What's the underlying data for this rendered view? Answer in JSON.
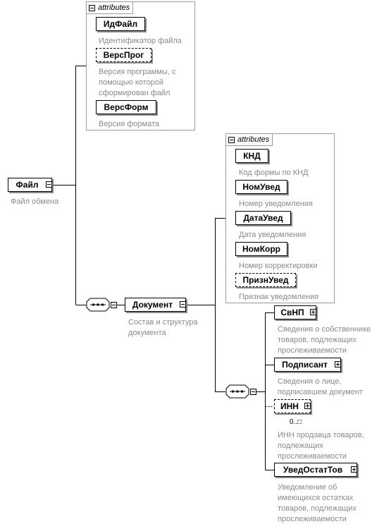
{
  "root": {
    "name": "Файл",
    "desc": "Файл обмена"
  },
  "root_attrs": {
    "header": "attributes",
    "items": [
      {
        "name": "ИдФайл",
        "desc": "Идентификатор файла",
        "optional": false
      },
      {
        "name": "ВерсПрог",
        "desc": "Версия программы, с помощью которой сформирован файл",
        "optional": true
      },
      {
        "name": "ВерсФорм",
        "desc": "Версия формата",
        "optional": false
      }
    ]
  },
  "document": {
    "name": "Документ",
    "desc": "Состав и структура документа"
  },
  "doc_attrs": {
    "header": "attributes",
    "items": [
      {
        "name": "КНД",
        "desc": "Код формы по КНД",
        "optional": false
      },
      {
        "name": "НомУвед",
        "desc": "Номер уведомления",
        "optional": false
      },
      {
        "name": "ДатаУвед",
        "desc": "Дата уведомления",
        "optional": false
      },
      {
        "name": "НомКорр",
        "desc": "Номер корректировки",
        "optional": false
      },
      {
        "name": "ПризнУвед",
        "desc": "Признак уведомления",
        "optional": true
      }
    ]
  },
  "children": [
    {
      "name": "СвНП",
      "desc": "Сведения о собственнике товаров, подлежащих прослеживаемости",
      "optional": false
    },
    {
      "name": "Подписант",
      "desc": "Сведения о лице, подписавшем документ",
      "optional": false
    },
    {
      "name": "ИНН",
      "desc": "ИНН продавца товаров, подлежащих прослеживаемости",
      "optional": true,
      "card": "0..□"
    },
    {
      "name": "УведОстатТов",
      "desc": "Уведомление об имеющихся остатках товаров, подлежащих прослеживаемости",
      "optional": false
    }
  ]
}
